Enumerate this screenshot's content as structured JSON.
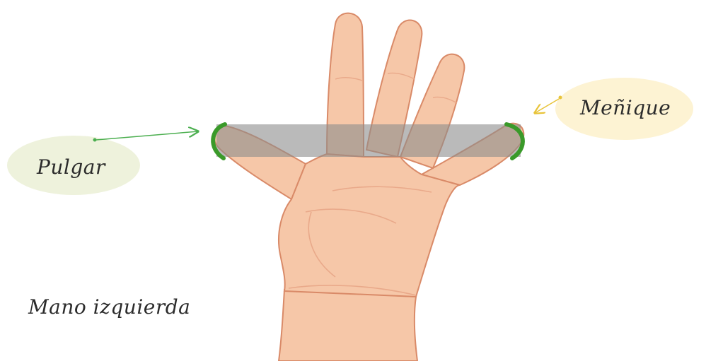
{
  "labels": {
    "thumb": "Pulgar",
    "pinky": "Meñique",
    "hand": "Mano izquierda"
  },
  "colors": {
    "skin": "#f6c7a8",
    "skin_shadow": "#e9a98a",
    "outline": "#d98a68",
    "span_band": "#8c8c8c",
    "endpoint_marker": "#3a9a2a",
    "bubble_thumb": "#eef2dc",
    "bubble_pinky": "#fdf3d3",
    "arrow_thumb": "#4caf50",
    "arrow_pinky": "#e8c43a"
  },
  "icons": {
    "thumb_arrow": "arrow-right-icon",
    "pinky_arrow": "arrow-down-left-icon"
  }
}
